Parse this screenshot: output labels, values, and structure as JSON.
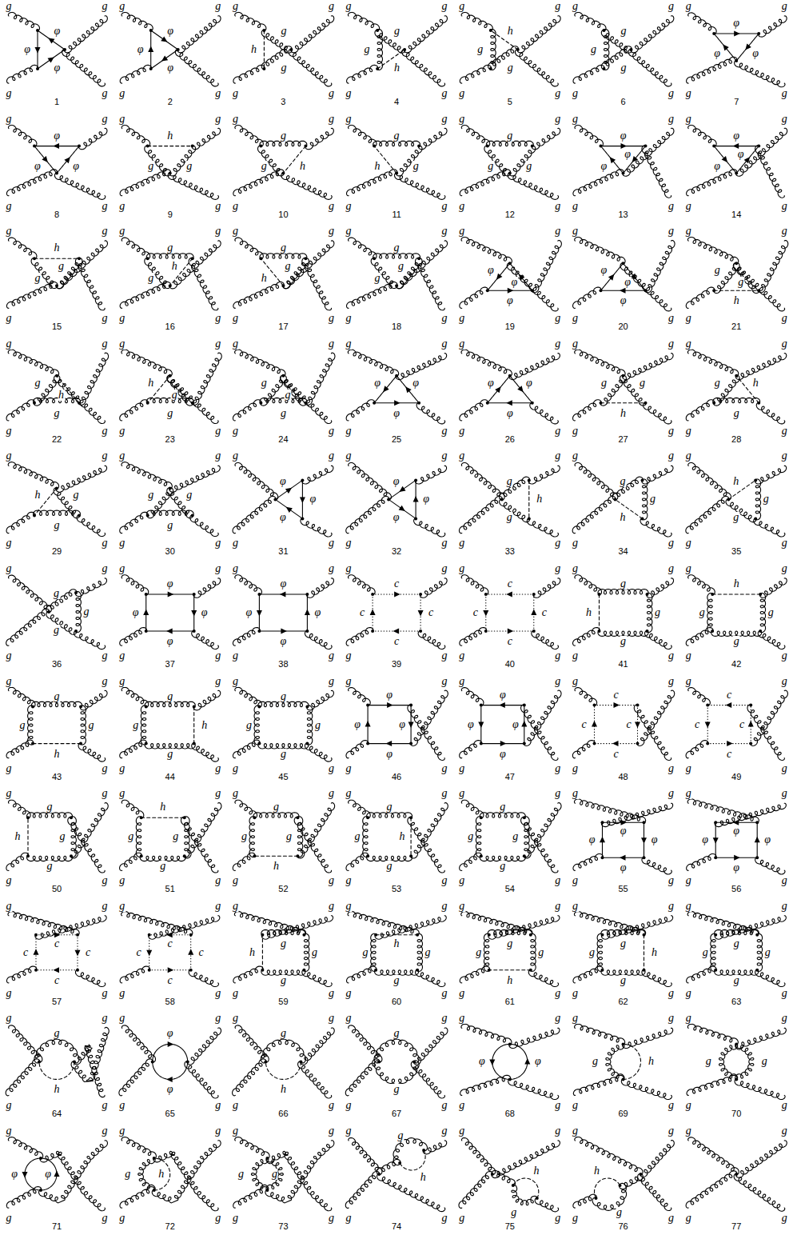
{
  "diagram": {
    "labels": [
      "g",
      "g",
      "g",
      "g",
      "φ",
      "φ",
      "φ",
      "1",
      "g",
      "g",
      "g",
      "g",
      "φ",
      "φ",
      "φ",
      "2",
      "g",
      "g",
      "g",
      "g",
      "h",
      "g",
      "g",
      "3",
      "g",
      "g",
      "g",
      "g",
      "g",
      "h",
      "g",
      "4",
      "g",
      "g",
      "g",
      "g",
      "g",
      "g",
      "h",
      "5",
      "g",
      "g",
      "g",
      "g",
      "g",
      "g",
      "g",
      "6",
      "g",
      "g",
      "g",
      "g",
      "φ",
      "φ",
      "φ",
      "7",
      "g",
      "g",
      "g",
      "g",
      "φ",
      "φ",
      "φ",
      "8",
      "g",
      "g",
      "g",
      "g",
      "h",
      "g",
      "g",
      "9",
      "g",
      "g",
      "g",
      "g",
      "g",
      "h",
      "g",
      "10",
      "g",
      "g",
      "g",
      "g",
      "g",
      "g",
      "h",
      "11",
      "g",
      "g",
      "g",
      "g",
      "g",
      "g",
      "g",
      "12",
      "g",
      "g",
      "g",
      "g",
      "φ",
      "φ",
      "φ",
      "13",
      "g",
      "g",
      "g",
      "g",
      "φ",
      "φ",
      "φ",
      "14",
      "g",
      "g",
      "g",
      "g",
      "h",
      "g",
      "g",
      "15",
      "g",
      "g",
      "g",
      "g",
      "g",
      "h",
      "g",
      "16",
      "g",
      "g",
      "g",
      "g",
      "g",
      "g",
      "h",
      "17",
      "g",
      "g",
      "g",
      "g",
      "g",
      "g",
      "g",
      "18",
      "g",
      "g",
      "g",
      "g",
      "φ",
      "φ",
      "φ",
      "19",
      "g",
      "g",
      "g",
      "g",
      "φ",
      "φ",
      "φ",
      "20",
      "g",
      "g",
      "g",
      "g",
      "h",
      "g",
      "g",
      "21",
      "g",
      "g",
      "g",
      "g",
      "g",
      "h",
      "g",
      "22",
      "g",
      "g",
      "g",
      "g",
      "g",
      "g",
      "h",
      "23",
      "g",
      "g",
      "g",
      "g",
      "g",
      "g",
      "g",
      "24",
      "g",
      "g",
      "g",
      "g",
      "φ",
      "φ",
      "φ",
      "25",
      "g",
      "g",
      "g",
      "g",
      "φ",
      "φ",
      "φ",
      "26",
      "g",
      "g",
      "g",
      "g",
      "h",
      "g",
      "g",
      "27",
      "g",
      "g",
      "g",
      "g",
      "g",
      "h",
      "g",
      "28",
      "g",
      "g",
      "g",
      "g",
      "g",
      "g",
      "h",
      "29",
      "g",
      "g",
      "g",
      "g",
      "g",
      "g",
      "g",
      "30",
      "g",
      "g",
      "g",
      "g",
      "φ",
      "φ",
      "φ",
      "31",
      "g",
      "g",
      "g",
      "g",
      "φ",
      "φ",
      "φ",
      "32",
      "g",
      "g",
      "g",
      "g",
      "h",
      "g",
      "g",
      "33",
      "g",
      "g",
      "g",
      "g",
      "g",
      "h",
      "g",
      "34",
      "g",
      "g",
      "g",
      "g",
      "g",
      "g",
      "h",
      "35",
      "g",
      "g",
      "g",
      "g",
      "g",
      "g",
      "g",
      "36",
      "g",
      "g",
      "g",
      "g",
      "φ",
      "φ",
      "φ",
      "φ",
      "37",
      "g",
      "g",
      "g",
      "g",
      "φ",
      "φ",
      "φ",
      "φ",
      "38",
      "g",
      "g",
      "g",
      "g",
      "c",
      "c",
      "c",
      "c",
      "39",
      "g",
      "g",
      "g",
      "g",
      "c",
      "c",
      "c",
      "c",
      "40",
      "g",
      "g",
      "g",
      "g",
      "g",
      "g",
      "g",
      "h",
      "41",
      "g",
      "g",
      "g",
      "g",
      "h",
      "g",
      "g",
      "g",
      "42",
      "g",
      "g",
      "g",
      "g",
      "g",
      "g",
      "h",
      "g",
      "43",
      "g",
      "g",
      "g",
      "g",
      "g",
      "h",
      "g",
      "g",
      "44",
      "g",
      "g",
      "g",
      "g",
      "g",
      "g",
      "g",
      "g",
      "45",
      "g",
      "g",
      "g",
      "g",
      "φ",
      "φ",
      "φ",
      "φ",
      "46",
      "g",
      "g",
      "g",
      "g",
      "φ",
      "φ",
      "φ",
      "φ",
      "47",
      "g",
      "g",
      "g",
      "g",
      "c",
      "c",
      "c",
      "c",
      "48",
      "g",
      "g",
      "g",
      "g",
      "c",
      "c",
      "c",
      "c",
      "49",
      "g",
      "g",
      "g",
      "g",
      "g",
      "g",
      "g",
      "h",
      "50",
      "g",
      "g",
      "g",
      "g",
      "h",
      "g",
      "g",
      "g",
      "51",
      "g",
      "g",
      "g",
      "g",
      "g",
      "g",
      "h",
      "g",
      "52",
      "g",
      "g",
      "g",
      "g",
      "g",
      "h",
      "g",
      "g",
      "53",
      "g",
      "g",
      "g",
      "g",
      "g",
      "g",
      "g",
      "g",
      "54",
      "g",
      "g",
      "g",
      "g",
      "φ",
      "φ",
      "φ",
      "φ",
      "55",
      "g",
      "g",
      "g",
      "g",
      "φ",
      "φ",
      "φ",
      "φ",
      "56",
      "g",
      "g",
      "g",
      "g",
      "c",
      "c",
      "c",
      "c",
      "57",
      "g",
      "g",
      "g",
      "g",
      "c",
      "c",
      "c",
      "c",
      "58",
      "g",
      "g",
      "g",
      "g",
      "g",
      "g",
      "g",
      "h",
      "59",
      "g",
      "g",
      "g",
      "g",
      "h",
      "g",
      "g",
      "g",
      "60",
      "g",
      "g",
      "g",
      "g",
      "g",
      "g",
      "h",
      "g",
      "61",
      "g",
      "g",
      "g",
      "g",
      "g",
      "h",
      "g",
      "g",
      "62",
      "g",
      "g",
      "g",
      "g",
      "g",
      "g",
      "g",
      "g",
      "63",
      "g",
      "g",
      "g",
      "g",
      "g",
      "h",
      "64",
      "g",
      "g",
      "g",
      "g",
      "φ",
      "φ",
      "65",
      "g",
      "g",
      "g",
      "g",
      "g",
      "h",
      "66",
      "g",
      "g",
      "g",
      "g",
      "g",
      "g",
      "67",
      "g",
      "g",
      "g",
      "g",
      "φ",
      "φ",
      "68",
      "g",
      "g",
      "g",
      "g",
      "g",
      "h",
      "69",
      "g",
      "g",
      "g",
      "g",
      "g",
      "g",
      "70",
      "g",
      "g",
      "g",
      "g",
      "φ",
      "φ",
      "71",
      "g",
      "g",
      "g",
      "g",
      "g",
      "h",
      "72",
      "g",
      "g",
      "g",
      "g",
      "g",
      "g",
      "73",
      "g",
      "g",
      "g",
      "g",
      "g",
      "h",
      "74",
      "g",
      "g",
      "g",
      "g",
      "g",
      "h",
      "75",
      "g",
      "g",
      "g",
      "g",
      "g",
      "h",
      "76",
      "g",
      "g",
      "g",
      "g",
      "77"
    ]
  }
}
